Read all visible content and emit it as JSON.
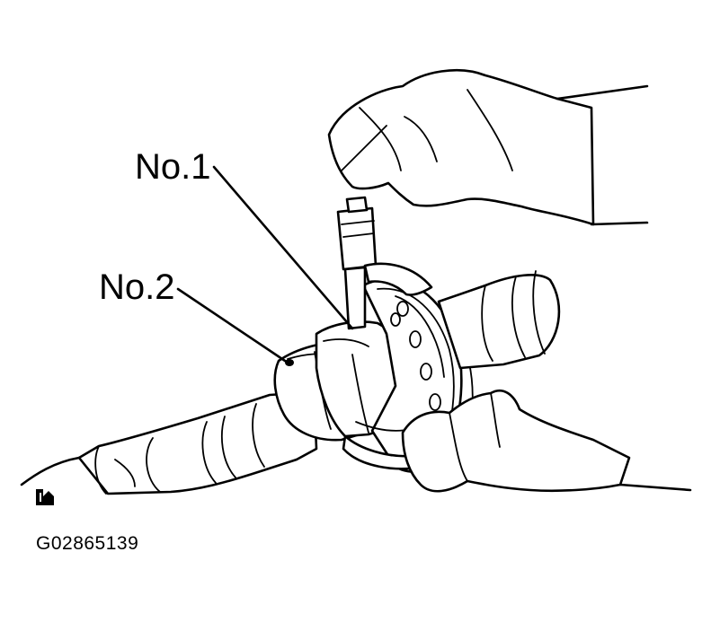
{
  "labels": {
    "no1": "No.1",
    "no2": "No.2"
  },
  "figure_code": "G02865139",
  "icons": {
    "corner_mark": "recycle-mark-icon"
  },
  "colors": {
    "line": "#000000",
    "background": "#ffffff"
  }
}
